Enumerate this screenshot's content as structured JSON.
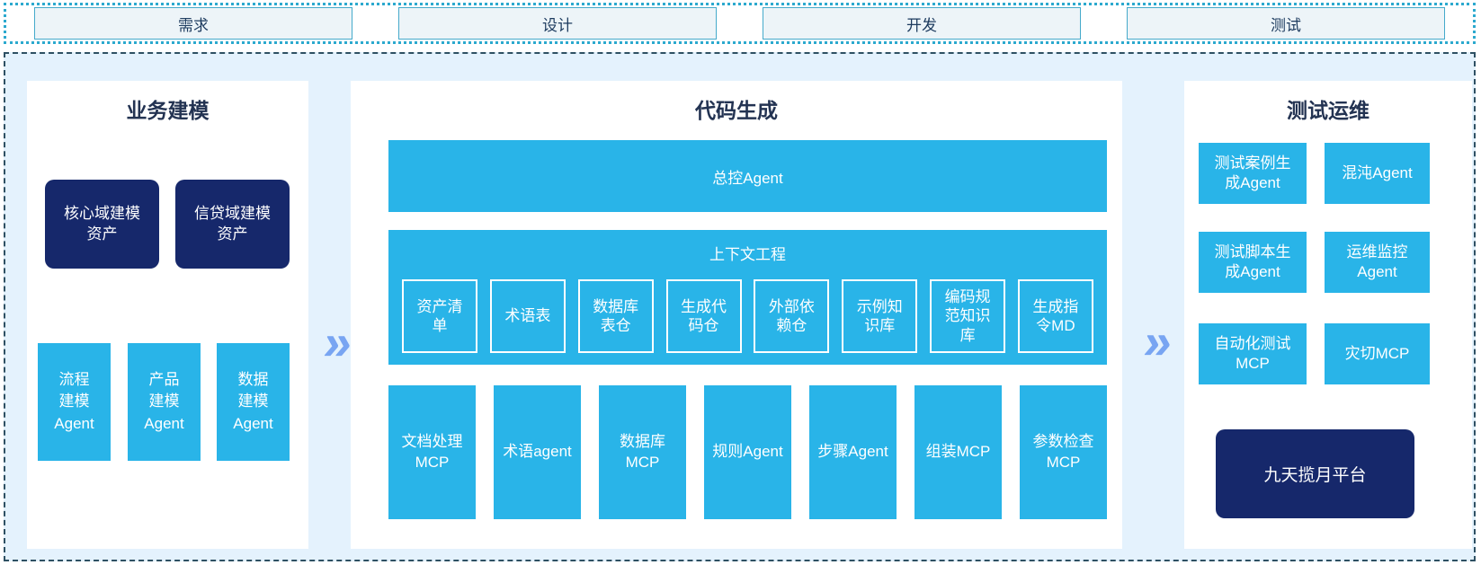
{
  "colors": {
    "cyan": "#29B4E8",
    "navy": "#16286B",
    "canvas_bg": "#E4F2FD",
    "panel_bg": "#FFFFFF",
    "arrow_blue": "#78A5F2",
    "phase_box_bg": "#EDF4F8",
    "phase_box_border": "#45AACB",
    "dotted_border": "#2BA9CE",
    "dashed_border": "#2E5063",
    "title_text": "#233352"
  },
  "phase_bar": {
    "phases": [
      {
        "label": "需求"
      },
      {
        "label": "设计"
      },
      {
        "label": "开发"
      },
      {
        "label": "测试"
      }
    ]
  },
  "arrows": {
    "glyph": "»"
  },
  "business_modeling": {
    "title": "业务建模",
    "assets": [
      {
        "label": "核心域建模\n资产"
      },
      {
        "label": "信贷域建模\n资产"
      }
    ],
    "agents": [
      {
        "label": "流程\n建模\nAgent"
      },
      {
        "label": "产品\n建模\nAgent"
      },
      {
        "label": "数据\n建模\nAgent"
      }
    ]
  },
  "code_generation": {
    "title": "代码生成",
    "master_agent": "总控Agent",
    "context_engineering": {
      "title": "上下文工程",
      "items": [
        {
          "label": "资产清\n单"
        },
        {
          "label": "术语表"
        },
        {
          "label": "数据库\n表仓"
        },
        {
          "label": "生成代\n码仓"
        },
        {
          "label": "外部依\n赖仓"
        },
        {
          "label": "示例知\n识库"
        },
        {
          "label": "编码规\n范知识\n库"
        },
        {
          "label": "生成指\n令MD"
        }
      ]
    },
    "tools": [
      {
        "label": "文档处理\nMCP"
      },
      {
        "label": "术语agent"
      },
      {
        "label": "数据库\nMCP"
      },
      {
        "label": "规则Agent"
      },
      {
        "label": "步骤Agent"
      },
      {
        "label": "组装MCP"
      },
      {
        "label": "参数检查\nMCP"
      }
    ]
  },
  "test_ops": {
    "title": "测试运维",
    "agents": [
      {
        "label": "测试案例生\n成Agent"
      },
      {
        "label": "混沌Agent"
      },
      {
        "label": "测试脚本生\n成Agent"
      },
      {
        "label": "运维监控\nAgent"
      },
      {
        "label": "自动化测试\nMCP"
      },
      {
        "label": "灾切MCP"
      }
    ],
    "platform": "九天揽月平台"
  }
}
